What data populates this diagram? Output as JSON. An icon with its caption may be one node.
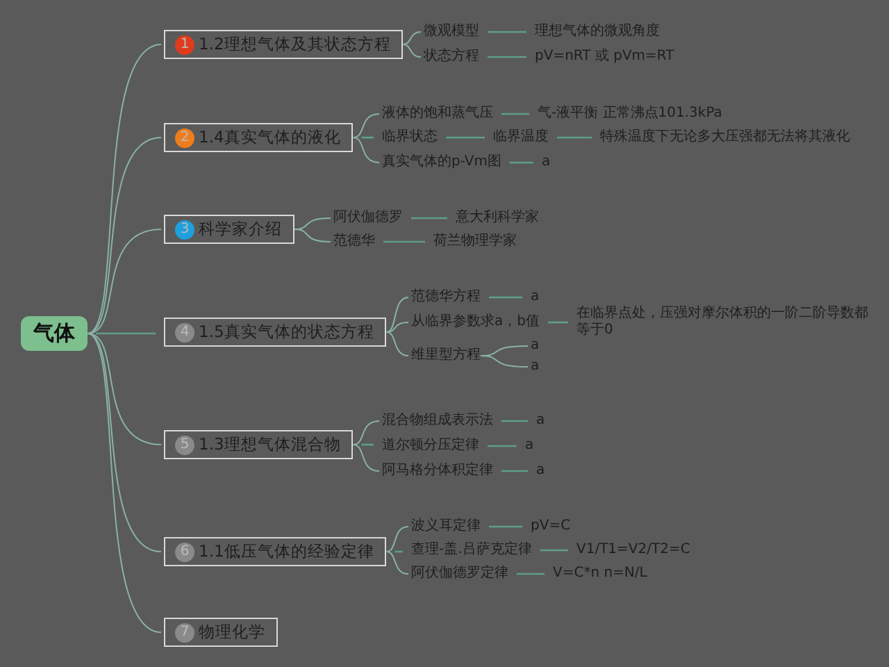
{
  "diagram": {
    "nodes": [
      {
        "text": [
          "气体"
        ]
      },
      {
        "text": [
          "1",
          "1.2理想气体及其状态方程"
        ]
      },
      {
        "text": [
          "微观模型"
        ]
      },
      {
        "text": [
          "理想气体的微观角度"
        ]
      },
      {
        "text": [
          "状态方程"
        ]
      },
      {
        "text": [
          "pV=nRT 或 pVm=RT"
        ]
      },
      {
        "text": [
          "2",
          "1.4真实气体的液化"
        ]
      },
      {
        "text": [
          "液体的饱和蒸气压"
        ]
      },
      {
        "text": [
          "气-液平衡 正常沸点101.3kPa"
        ]
      },
      {
        "text": [
          "临界状态"
        ]
      },
      {
        "text": [
          "临界温度"
        ]
      },
      {
        "text": [
          "特殊温度下无论多大压强都无法将其液化"
        ]
      },
      {
        "text": [
          "真实气体的p-Vm图"
        ]
      },
      {
        "text": [
          "a"
        ]
      },
      {
        "text": [
          "3",
          "科学家介绍"
        ]
      },
      {
        "text": [
          "阿伏伽德罗"
        ]
      },
      {
        "text": [
          "意大利科学家"
        ]
      },
      {
        "text": [
          "范德华"
        ]
      },
      {
        "text": [
          "荷兰物理学家"
        ]
      },
      {
        "text": [
          "4",
          "1.5真实气体的状态方程"
        ]
      },
      {
        "text": [
          "范德华方程"
        ]
      },
      {
        "text": [
          "a"
        ]
      },
      {
        "text": [
          "从临界参数求a，b值"
        ]
      },
      {
        "text": [
          "在临界点处，压强对摩尔体积的一阶二阶导数都等于0"
        ]
      },
      {
        "text": [
          "维里型方程"
        ]
      },
      {
        "text": [
          "a"
        ]
      },
      {
        "text": [
          "a"
        ]
      },
      {
        "text": [
          "5",
          "1.3理想气体混合物"
        ]
      },
      {
        "text": [
          "混合物组成表示法"
        ]
      },
      {
        "text": [
          "a"
        ]
      },
      {
        "text": [
          "道尔顿分压定律"
        ]
      },
      {
        "text": [
          "a"
        ]
      },
      {
        "text": [
          "阿马格分体积定律"
        ]
      },
      {
        "text": [
          "a"
        ]
      },
      {
        "text": [
          "6",
          "1.1低压气体的经验定律"
        ]
      },
      {
        "text": [
          "波义耳定律"
        ]
      },
      {
        "text": [
          "pV=C"
        ]
      },
      {
        "text": [
          "查理-盖.吕萨克定律"
        ]
      },
      {
        "text": [
          "V1/T1=V2/T2=C"
        ]
      },
      {
        "text": [
          "阿伏伽德罗定律"
        ]
      },
      {
        "text": [
          "V=C*n n=N/L"
        ]
      },
      {
        "text": [
          "7",
          "物理化学"
        ]
      }
    ],
    "edges": [
      {
        "from": 0,
        "to": 1,
        "arrow": "none"
      },
      {
        "from": 0,
        "to": 6,
        "arrow": "none"
      },
      {
        "from": 0,
        "to": 14,
        "arrow": "none"
      },
      {
        "from": 0,
        "to": 19,
        "arrow": "none"
      },
      {
        "from": 0,
        "to": 27,
        "arrow": "none"
      },
      {
        "from": 0,
        "to": 34,
        "arrow": "none"
      },
      {
        "from": 0,
        "to": 41,
        "arrow": "none"
      },
      {
        "from": 1,
        "to": 2,
        "arrow": "none"
      },
      {
        "from": 2,
        "to": 3,
        "arrow": "none"
      },
      {
        "from": 1,
        "to": 4,
        "arrow": "none"
      },
      {
        "from": 4,
        "to": 5,
        "arrow": "none"
      },
      {
        "from": 6,
        "to": 7,
        "arrow": "none"
      },
      {
        "from": 7,
        "to": 8,
        "arrow": "none"
      },
      {
        "from": 6,
        "to": 9,
        "arrow": "none"
      },
      {
        "from": 9,
        "to": 10,
        "arrow": "none"
      },
      {
        "from": 10,
        "to": 11,
        "arrow": "none"
      },
      {
        "from": 6,
        "to": 12,
        "arrow": "none"
      },
      {
        "from": 12,
        "to": 13,
        "arrow": "none"
      },
      {
        "from": 14,
        "to": 15,
        "arrow": "none"
      },
      {
        "from": 15,
        "to": 16,
        "arrow": "none"
      },
      {
        "from": 14,
        "to": 17,
        "arrow": "none"
      },
      {
        "from": 17,
        "to": 18,
        "arrow": "none"
      },
      {
        "from": 19,
        "to": 20,
        "arrow": "none"
      },
      {
        "from": 20,
        "to": 21,
        "arrow": "none"
      },
      {
        "from": 19,
        "to": 22,
        "arrow": "none"
      },
      {
        "from": 22,
        "to": 23,
        "arrow": "none"
      },
      {
        "from": 19,
        "to": 24,
        "arrow": "none"
      },
      {
        "from": 24,
        "to": 25,
        "arrow": "none"
      },
      {
        "from": 24,
        "to": 26,
        "arrow": "none"
      },
      {
        "from": 27,
        "to": 28,
        "arrow": "none"
      },
      {
        "from": 28,
        "to": 29,
        "arrow": "none"
      },
      {
        "from": 27,
        "to": 30,
        "arrow": "none"
      },
      {
        "from": 30,
        "to": 31,
        "arrow": "none"
      },
      {
        "from": 27,
        "to": 32,
        "arrow": "none"
      },
      {
        "from": 32,
        "to": 33,
        "arrow": "none"
      },
      {
        "from": 34,
        "to": 35,
        "arrow": "none"
      },
      {
        "from": 35,
        "to": 36,
        "arrow": "none"
      },
      {
        "from": 34,
        "to": 37,
        "arrow": "none"
      },
      {
        "from": 37,
        "to": 38,
        "arrow": "none"
      },
      {
        "from": 34,
        "to": 39,
        "arrow": "none"
      },
      {
        "from": 39,
        "to": 40,
        "arrow": "none"
      }
    ]
  }
}
